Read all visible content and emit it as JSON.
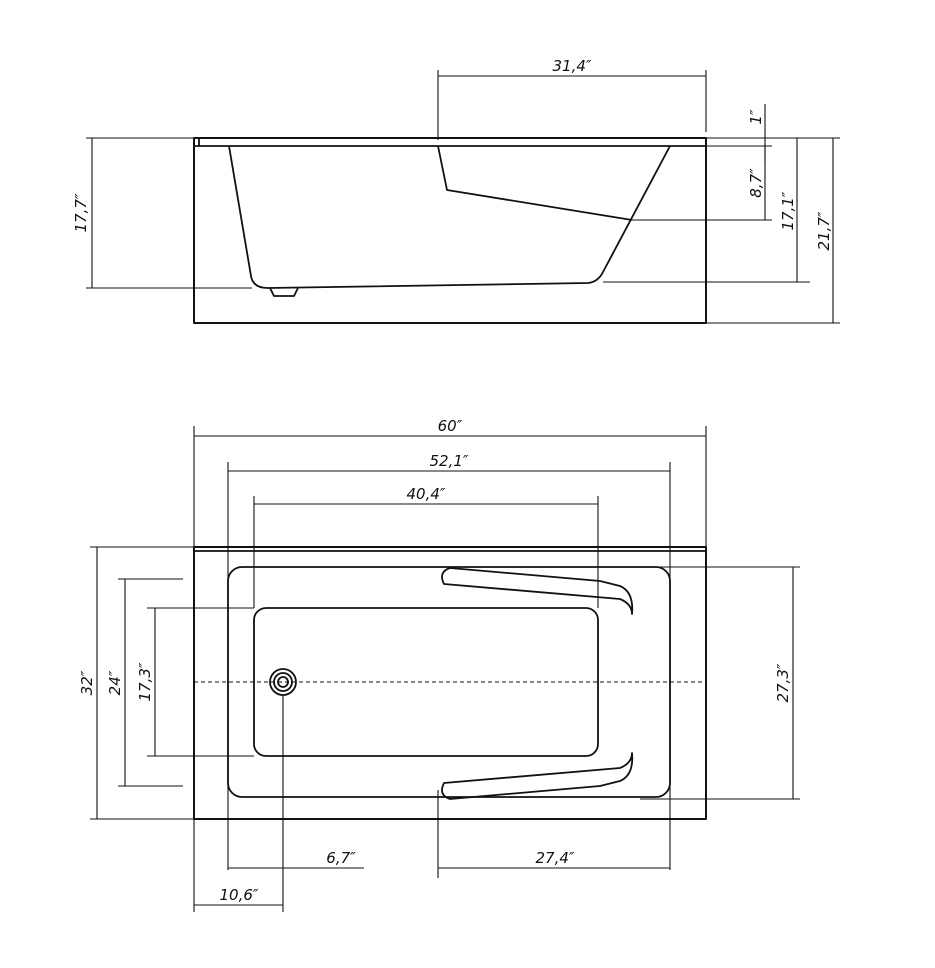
{
  "side_view": {
    "dimensions": {
      "top_length": "31,4″",
      "rim_thickness": "1″",
      "depth_to_slope": "8,7″",
      "inner_depth": "17,1″",
      "overall_height": "21,7″",
      "water_depth": "17,7″"
    }
  },
  "top_view": {
    "dimensions": {
      "overall_length": "60″",
      "rim_inner_length": "52,1″",
      "basin_length": "40,4″",
      "overall_width": "32″",
      "rim_inner_width": "24″",
      "basin_width": "17,3″",
      "armrest_width": "27,3″",
      "drain_to_rim": "6,7″",
      "armrest_length": "27,4″",
      "drain_to_edge": "10,6″"
    }
  },
  "colors": {
    "ink": "#111111",
    "paper": "#ffffff"
  }
}
